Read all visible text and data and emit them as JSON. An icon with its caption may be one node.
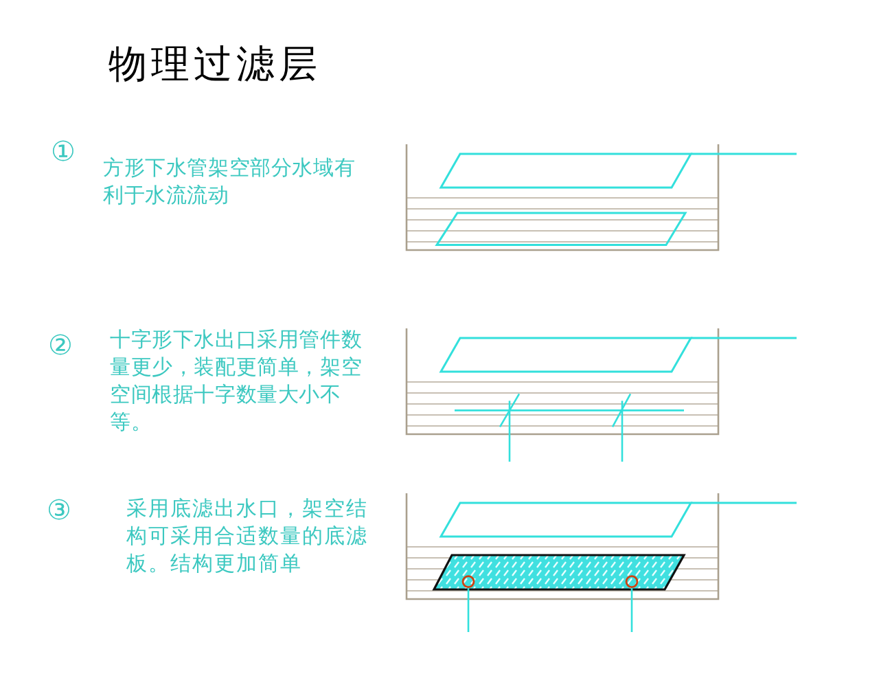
{
  "diagram": {
    "title": "物理过滤层",
    "labels": [
      "①",
      "方形下水管架空部分水域有利于水流流动",
      "②",
      "十字形下水出口采用管件数量更少，装配更简单，架空空间根据十字数量大小不等。",
      "③",
      "采用底滤出水口，架空结构可采用合适数量的底滤板。结构更加简单"
    ]
  }
}
